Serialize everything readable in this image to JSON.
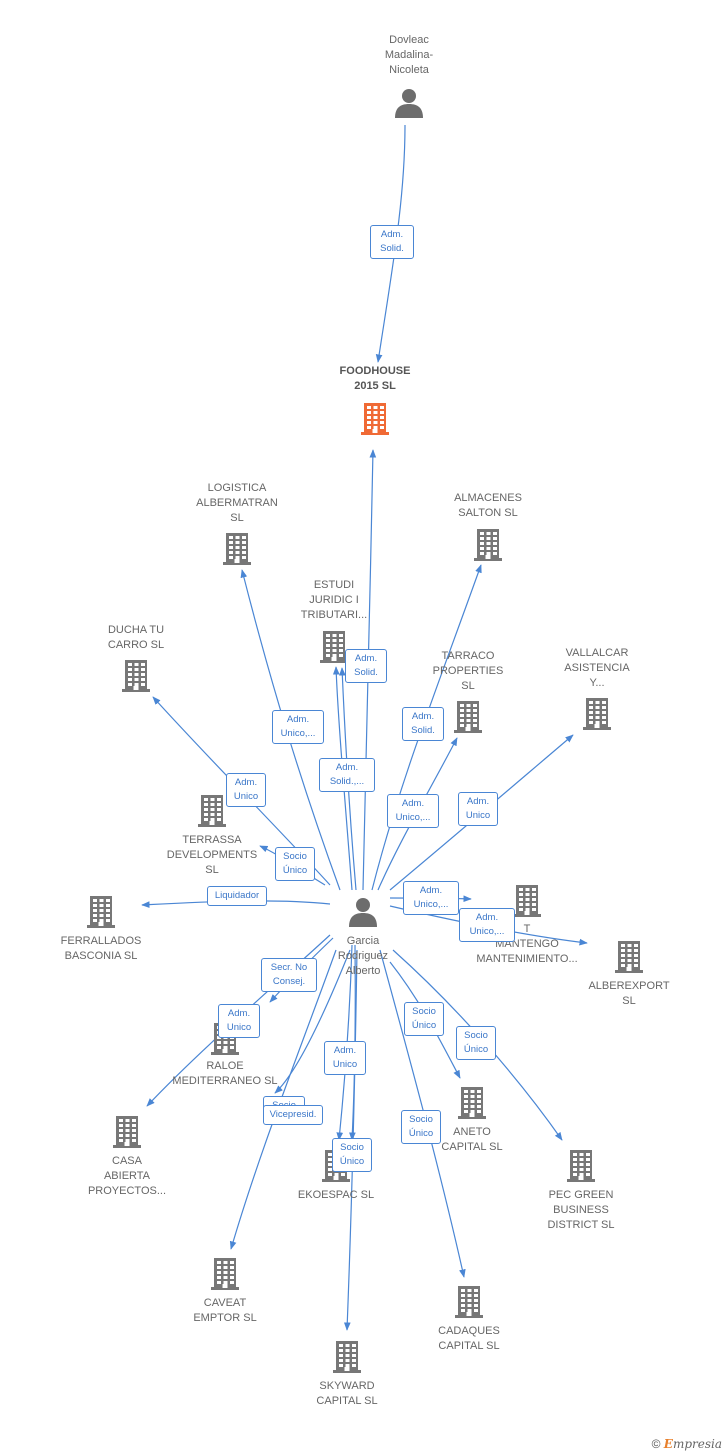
{
  "colors": {
    "edge": "#4a86d4",
    "company": "#777777",
    "company_main": "#f06a35",
    "person": "#6d6d6d"
  },
  "nodes": [
    {
      "id": "dovleac",
      "kind": "person",
      "label": "Dovleac\nMadalina-\nNicoleta",
      "icon": "person-icon"
    },
    {
      "id": "foodhouse",
      "kind": "company-main",
      "label": "FOODHOUSE\n2015  SL",
      "icon": "building-icon"
    },
    {
      "id": "garcia",
      "kind": "person",
      "label": "Garcia\nRodriguez\nAlberto",
      "icon": "person-icon"
    },
    {
      "id": "logistica",
      "kind": "company",
      "label": "LOGISTICA\nALBERMATRAN\nSL",
      "icon": "building-icon"
    },
    {
      "id": "almacenes",
      "kind": "company",
      "label": "ALMACENES\nSALTON  SL",
      "icon": "building-icon"
    },
    {
      "id": "estudi",
      "kind": "company",
      "label": "ESTUDI\nJURIDIC I\nTRIBUTARI...",
      "icon": "building-icon"
    },
    {
      "id": "ducha",
      "kind": "company",
      "label": "DUCHA TU\nCARRO  SL",
      "icon": "building-icon"
    },
    {
      "id": "tarraco",
      "kind": "company",
      "label": "TARRACO\nPROPERTIES\nSL",
      "icon": "building-icon"
    },
    {
      "id": "vallalcar",
      "kind": "company",
      "label": "VALLALCAR\nASISTENCIA\nY...",
      "icon": "building-icon"
    },
    {
      "id": "terrassa",
      "kind": "company",
      "label": "TERRASSA\nDEVELOPMENTS\nSL",
      "icon": "building-icon"
    },
    {
      "id": "ferrallados",
      "kind": "company",
      "label": "FERRALLADOS\nBASCONIA SL",
      "icon": "building-icon"
    },
    {
      "id": "mantengo",
      "kind": "company",
      "label": "T\nMANTENGO\nMANTENIMIENTO...",
      "icon": "building-icon"
    },
    {
      "id": "alberexport",
      "kind": "company",
      "label": "ALBEREXPORT\nSL",
      "icon": "building-icon"
    },
    {
      "id": "raloe",
      "kind": "company",
      "label": "RALOE\nMEDITERRANEO SL",
      "icon": "building-icon"
    },
    {
      "id": "casa",
      "kind": "company",
      "label": "CASA\nABIERTA\nPROYECTOS...",
      "icon": "building-icon"
    },
    {
      "id": "aneto",
      "kind": "company",
      "label": "ANETO\nCAPITAL  SL",
      "icon": "building-icon"
    },
    {
      "id": "pecgreen",
      "kind": "company",
      "label": "PEC GREEN\nBUSINESS\nDISTRICT  SL",
      "icon": "building-icon"
    },
    {
      "id": "ekoespac",
      "kind": "company",
      "label": "EKOESPAC SL",
      "icon": "building-icon"
    },
    {
      "id": "caveat",
      "kind": "company",
      "label": "CAVEAT\nEMPTOR  SL",
      "icon": "building-icon"
    },
    {
      "id": "cadaques",
      "kind": "company",
      "label": "CADAQUES\nCAPITAL  SL",
      "icon": "building-icon"
    },
    {
      "id": "skyward",
      "kind": "company",
      "label": "SKYWARD\nCAPITAL  SL",
      "icon": "building-icon"
    }
  ],
  "edges": [
    {
      "from": "dovleac",
      "to": "foodhouse",
      "label": "Adm.\nSolid."
    },
    {
      "from": "garcia",
      "to": "foodhouse",
      "label": ""
    },
    {
      "from": "garcia",
      "to": "logistica",
      "label": "Adm.\nUnico,..."
    },
    {
      "from": "garcia",
      "to": "estudi",
      "label": "Adm.\nSolid."
    },
    {
      "from": "garcia",
      "to": "estudi",
      "label": "Adm.\nSolid.,..."
    },
    {
      "from": "garcia",
      "to": "almacenes",
      "label": "Adm.\nSolid."
    },
    {
      "from": "garcia",
      "to": "ducha",
      "label": "Adm.\nUnico"
    },
    {
      "from": "garcia",
      "to": "tarraco",
      "label": "Adm.\nUnico,..."
    },
    {
      "from": "garcia",
      "to": "vallalcar",
      "label": "Adm.\nUnico"
    },
    {
      "from": "garcia",
      "to": "terrassa",
      "label": "Socio\nÚnico"
    },
    {
      "from": "garcia",
      "to": "ferrallados",
      "label": "Liquidador"
    },
    {
      "from": "garcia",
      "to": "mantengo",
      "label": "Adm.\nUnico,..."
    },
    {
      "from": "garcia",
      "to": "alberexport",
      "label": "Adm.\nUnico,..."
    },
    {
      "from": "garcia",
      "to": "raloe",
      "label": "Secr.  No\nConsej."
    },
    {
      "from": "garcia",
      "to": "casa",
      "label": "Adm.\nUnico"
    },
    {
      "from": "garcia",
      "to": "aneto",
      "label": "Socio\nÚnico"
    },
    {
      "from": "garcia",
      "to": "pecgreen",
      "label": "Socio\nÚnico"
    },
    {
      "from": "garcia",
      "to": "ekoespac",
      "label": "Adm.\nUnico"
    },
    {
      "from": "garcia",
      "to": "ekoespac",
      "label": "Socio\nÚnico"
    },
    {
      "from": "garcia",
      "to": "caveat",
      "label": "Socio"
    },
    {
      "from": "garcia",
      "to": "caveat",
      "label": "Vicepresid."
    },
    {
      "from": "garcia",
      "to": "cadaques",
      "label": "Socio\nÚnico"
    },
    {
      "from": "garcia",
      "to": "skyward",
      "label": ""
    }
  ],
  "footer": {
    "copyright": "©",
    "brand_first": "E",
    "brand_rest": "mpresia"
  }
}
